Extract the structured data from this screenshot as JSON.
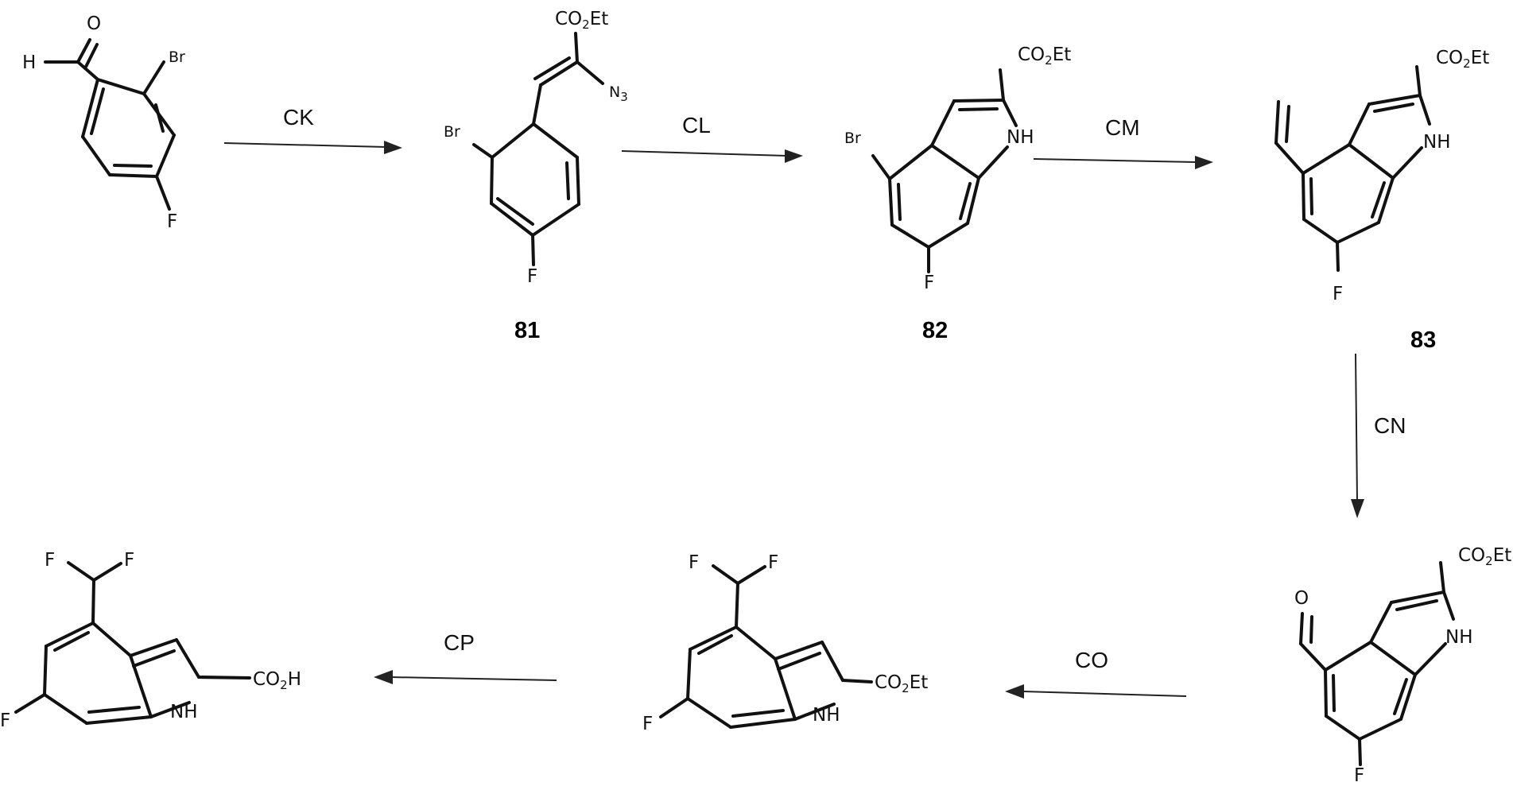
{
  "reagents": {
    "r1": "CK",
    "r2": "CL",
    "r3": "CM",
    "r4": "CN",
    "r5": "CO",
    "r6": "CP"
  },
  "compound_numbers": {
    "c81": "81",
    "c82": "82",
    "c83": "83"
  },
  "atoms": {
    "H": "H",
    "O": "O",
    "Br": "Br",
    "F": "F",
    "NH": "NH",
    "N": "N",
    "three": "3",
    "CO": "CO",
    "two": "2",
    "Et": "Et",
    "Hacid": "H"
  }
}
